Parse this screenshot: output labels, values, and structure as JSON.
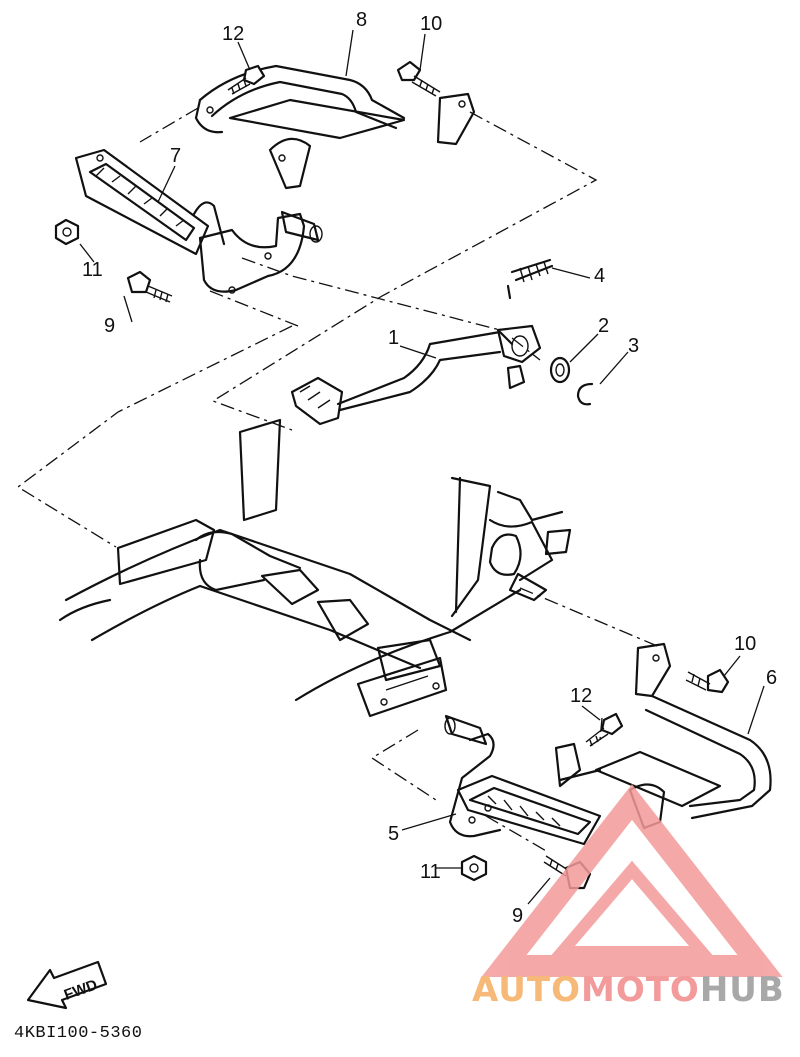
{
  "callouts": [
    {
      "id": "c1",
      "label": "1"
    },
    {
      "id": "c2",
      "label": "2"
    },
    {
      "id": "c3",
      "label": "3"
    },
    {
      "id": "c4",
      "label": "4"
    },
    {
      "id": "c5",
      "label": "5"
    },
    {
      "id": "c6",
      "label": "6"
    },
    {
      "id": "c7",
      "label": "7"
    },
    {
      "id": "c8",
      "label": "8"
    },
    {
      "id": "c9a",
      "label": "9"
    },
    {
      "id": "c9b",
      "label": "9"
    },
    {
      "id": "c10a",
      "label": "10"
    },
    {
      "id": "c10b",
      "label": "10"
    },
    {
      "id": "c11a",
      "label": "11"
    },
    {
      "id": "c11b",
      "label": "11"
    },
    {
      "id": "c12a",
      "label": "12"
    },
    {
      "id": "c12b",
      "label": "12"
    }
  ],
  "fwd_label": "FWD",
  "diagram_code": "4KBI100-5360",
  "watermark": {
    "part1": "AUTO",
    "part2": "MOTO",
    "part3": "HUB"
  },
  "colors": {
    "line": "#111111",
    "watermark_red": "#f39a9a",
    "watermark_orange": "#f6b978",
    "watermark_gray": "#a8a8a8"
  }
}
